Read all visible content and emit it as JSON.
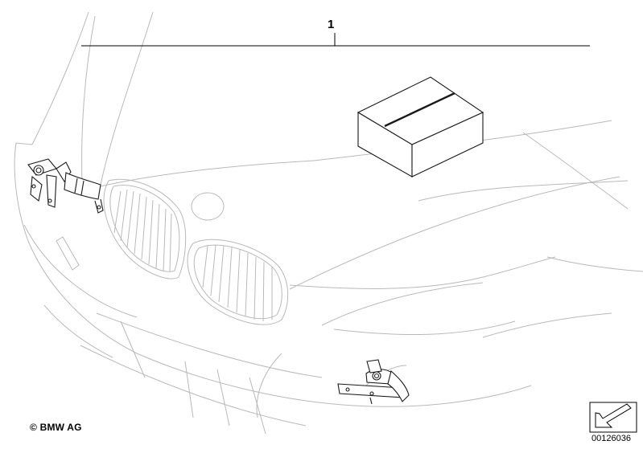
{
  "diagram": {
    "part_number": "1",
    "copyright": "© BMW AG",
    "image_number": "00126036"
  }
}
